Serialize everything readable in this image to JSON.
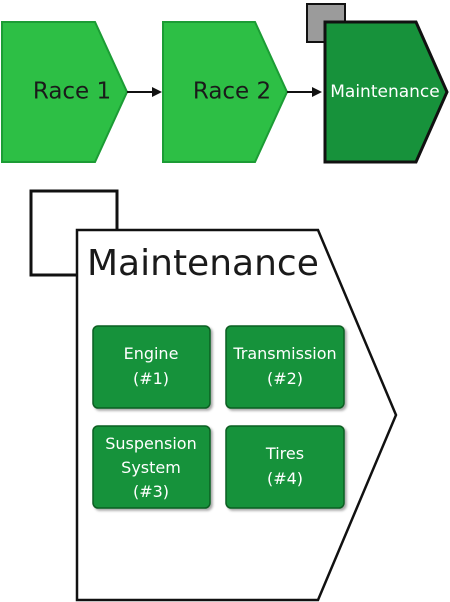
{
  "process_flow": {
    "steps": [
      {
        "label": "Race 1"
      },
      {
        "label": "Race 2"
      },
      {
        "label": "Maintenance"
      }
    ],
    "colors": {
      "step_fill": "#2dbf45",
      "step_fill_highlight": "#17923b",
      "step_stroke": "#1c9c35",
      "arrow": "#111111"
    }
  },
  "subprocess": {
    "title": "Maintenance",
    "tiles": [
      {
        "line1": "Engine",
        "line2": "(#1)"
      },
      {
        "line1": "Transmission",
        "line2": "(#2)"
      },
      {
        "line1": "Suspension",
        "line2": "System",
        "line3": "(#3)"
      },
      {
        "line1": "Tires",
        "line2": "(#4)"
      }
    ],
    "colors": {
      "tile_fill": "#17923b",
      "tile_stroke": "#0d5e23",
      "outline": "#111111"
    }
  }
}
